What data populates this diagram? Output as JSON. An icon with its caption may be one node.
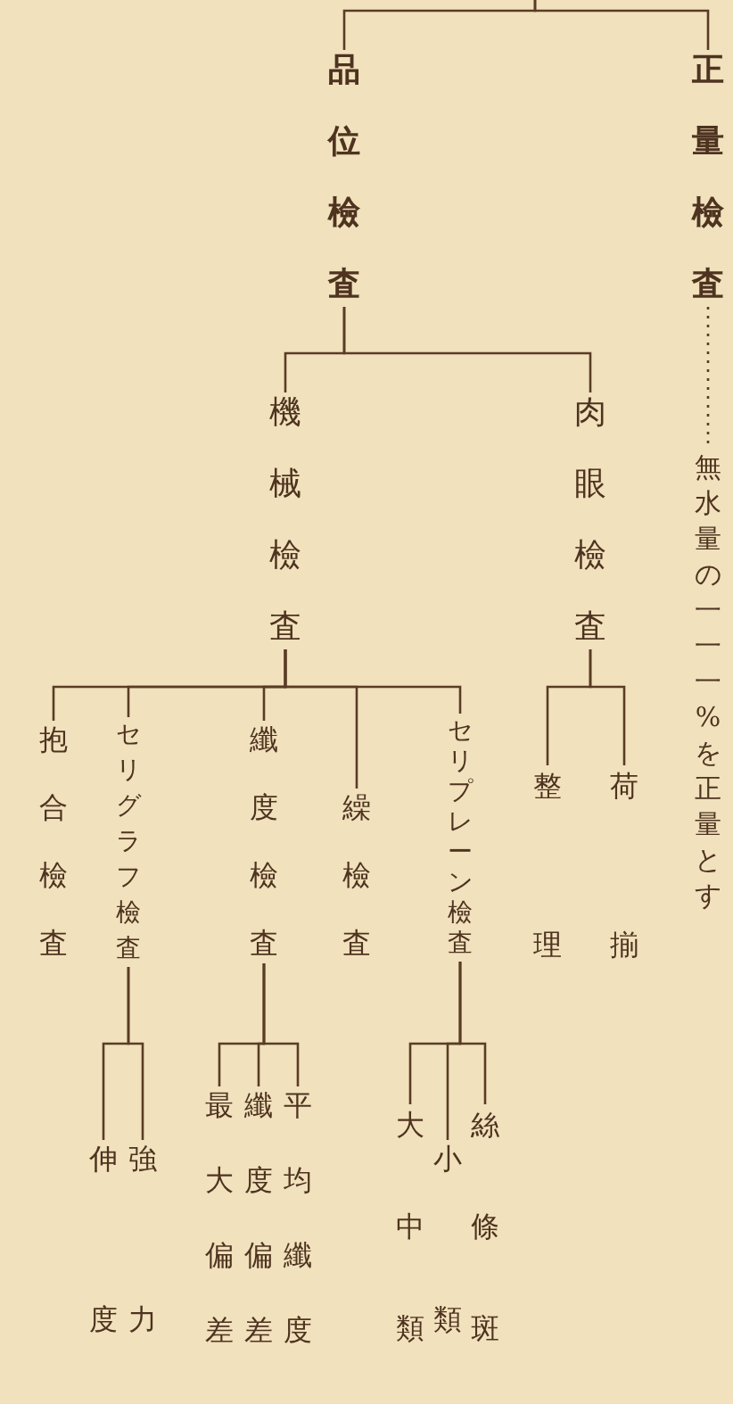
{
  "diagram": {
    "nodes": [
      {
        "text": [
          "品位檢査"
        ]
      },
      {
        "text": [
          "正量檢査"
        ]
      },
      {
        "text": [
          "無水量の一一一%を正量とす"
        ]
      },
      {
        "text": [
          "機械檢査"
        ]
      },
      {
        "text": [
          "肉眼檢査"
        ]
      },
      {
        "text": [
          "抱合檢査"
        ]
      },
      {
        "text": [
          "セリグラフ檢査"
        ]
      },
      {
        "text": [
          "纖度檢査"
        ]
      },
      {
        "text": [
          "繰檢査"
        ]
      },
      {
        "text": [
          "セリプレーン檢査"
        ]
      },
      {
        "text": [
          "整理"
        ]
      },
      {
        "text": [
          "荷揃"
        ]
      },
      {
        "text": [
          "伸度"
        ]
      },
      {
        "text": [
          "強力"
        ]
      },
      {
        "text": [
          "最大偏差"
        ]
      },
      {
        "text": [
          "纖度偏差"
        ]
      },
      {
        "text": [
          "平均纖度"
        ]
      },
      {
        "text": [
          "大中類"
        ]
      },
      {
        "text": [
          "小類"
        ]
      },
      {
        "text": [
          "絲條斑"
        ]
      }
    ],
    "edges": [
      {
        "from": null,
        "to": 0,
        "arrow": "none"
      },
      {
        "from": null,
        "to": 1,
        "arrow": "none"
      },
      {
        "from": 1,
        "to": 2,
        "arrow": "none",
        "style": "dashed"
      },
      {
        "from": 0,
        "to": 3,
        "arrow": "none"
      },
      {
        "from": 0,
        "to": 4,
        "arrow": "none"
      },
      {
        "from": 3,
        "to": 5,
        "arrow": "none"
      },
      {
        "from": 3,
        "to": 6,
        "arrow": "none"
      },
      {
        "from": 3,
        "to": 7,
        "arrow": "none"
      },
      {
        "from": 3,
        "to": 8,
        "arrow": "none"
      },
      {
        "from": 3,
        "to": 9,
        "arrow": "none"
      },
      {
        "from": 4,
        "to": 10,
        "arrow": "none"
      },
      {
        "from": 4,
        "to": 11,
        "arrow": "none"
      },
      {
        "from": 6,
        "to": 12,
        "arrow": "none"
      },
      {
        "from": 6,
        "to": 13,
        "arrow": "none"
      },
      {
        "from": 7,
        "to": 14,
        "arrow": "none"
      },
      {
        "from": 7,
        "to": 15,
        "arrow": "none"
      },
      {
        "from": 7,
        "to": 16,
        "arrow": "none"
      },
      {
        "from": 9,
        "to": 17,
        "arrow": "none"
      },
      {
        "from": 9,
        "to": 18,
        "arrow": "none"
      },
      {
        "from": 9,
        "to": 19,
        "arrow": "none"
      }
    ]
  }
}
